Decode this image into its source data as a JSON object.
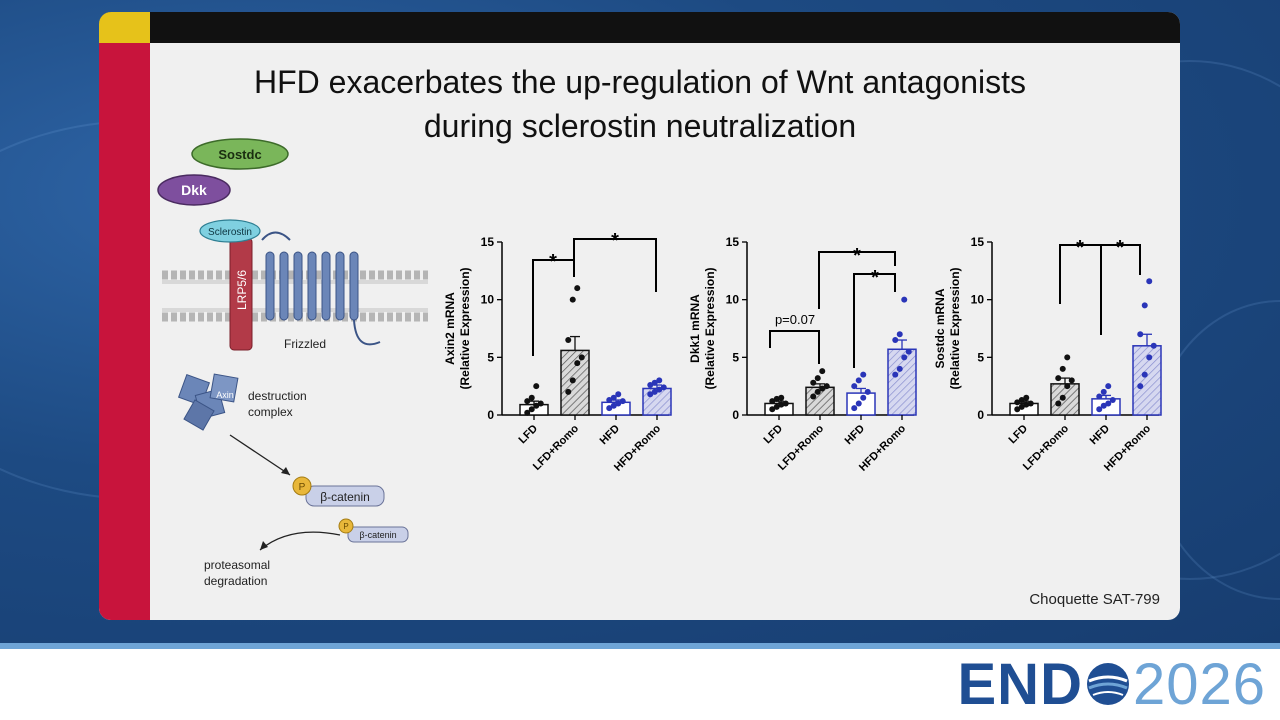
{
  "slide": {
    "title_line1": "HFD exacerbates the up-regulation of Wnt antagonists",
    "title_line2": "during sclerostin neutralization",
    "citation": "Choquette SAT-799"
  },
  "diagram": {
    "sostdc": "Sostdc",
    "dkk": "Dkk",
    "sclerostin": "Sclerostin",
    "lrp": "LRP5/6",
    "frizzled": "Frizzled",
    "axin": "Axin",
    "destruction": "destruction",
    "complex": "complex",
    "p_label": "P",
    "beta_catenin": "β-catenin",
    "proteasomal": "proteasomal",
    "degradation": "degradation"
  },
  "branding": {
    "endo": "END",
    "year": "2026"
  },
  "colors": {
    "black": "#111111",
    "blue": "#2a35b8",
    "red_bar": "#c8143c",
    "yellow": "#e6c21a"
  },
  "chart_data": [
    {
      "type": "bar",
      "ylabel_line1": "Axin2 mRNA",
      "ylabel_line2": "(Relative Expression)",
      "categories": [
        "LFD",
        "LFD+Romo",
        "HFD",
        "HFD+Romo"
      ],
      "values": [
        0.9,
        5.6,
        1.1,
        2.3
      ],
      "errors": [
        0.3,
        1.2,
        0.2,
        0.3
      ],
      "points": [
        [
          0.2,
          0.5,
          0.8,
          1.0,
          1.2,
          1.5,
          2.5
        ],
        [
          2.0,
          3.0,
          4.5,
          5.0,
          6.5,
          10.0,
          11.0
        ],
        [
          0.6,
          0.8,
          1.0,
          1.2,
          1.3,
          1.5,
          1.8
        ],
        [
          1.8,
          2.0,
          2.2,
          2.4,
          2.6,
          2.8,
          3.0
        ]
      ],
      "ylim": [
        0,
        15
      ],
      "yticks": [
        "0",
        "5",
        "10",
        "15"
      ],
      "annotations": [
        "*",
        "*"
      ]
    },
    {
      "type": "bar",
      "ylabel_line1": "Dkk1 mRNA",
      "ylabel_line2": "(Relative Expression)",
      "categories": [
        "LFD",
        "LFD+Romo",
        "HFD",
        "HFD+Romo"
      ],
      "values": [
        1.0,
        2.4,
        1.9,
        5.7
      ],
      "errors": [
        0.2,
        0.3,
        0.4,
        0.8
      ],
      "points": [
        [
          0.5,
          0.7,
          0.9,
          1.0,
          1.2,
          1.4,
          1.5
        ],
        [
          1.6,
          2.0,
          2.3,
          2.5,
          2.8,
          3.2,
          3.8
        ],
        [
          0.6,
          1.0,
          1.5,
          2.0,
          2.5,
          3.0,
          3.5
        ],
        [
          3.5,
          4.0,
          5.0,
          5.5,
          6.5,
          7.0,
          10.0
        ]
      ],
      "ylim": [
        0,
        15
      ],
      "yticks": [
        "0",
        "5",
        "10",
        "15"
      ],
      "annotations": [
        "p=0.07",
        "*",
        "*"
      ]
    },
    {
      "type": "bar",
      "ylabel_line1": "Sostdc mRNA",
      "ylabel_line2": "(Relative Expression)",
      "categories": [
        "LFD",
        "LFD+Romo",
        "HFD",
        "HFD+Romo"
      ],
      "values": [
        1.0,
        2.7,
        1.4,
        6.0
      ],
      "errors": [
        0.2,
        0.5,
        0.3,
        1.0
      ],
      "points": [
        [
          0.5,
          0.7,
          0.9,
          1.0,
          1.1,
          1.3,
          1.5
        ],
        [
          1.0,
          1.5,
          2.5,
          3.0,
          3.2,
          4.0,
          5.0
        ],
        [
          0.5,
          0.8,
          1.0,
          1.3,
          1.6,
          2.0,
          2.5
        ],
        [
          2.5,
          3.5,
          5.0,
          6.0,
          7.0,
          9.5,
          11.6
        ]
      ],
      "ylim": [
        0,
        15
      ],
      "yticks": [
        "0",
        "5",
        "10",
        "15"
      ],
      "annotations": [
        "*",
        "*"
      ]
    }
  ]
}
